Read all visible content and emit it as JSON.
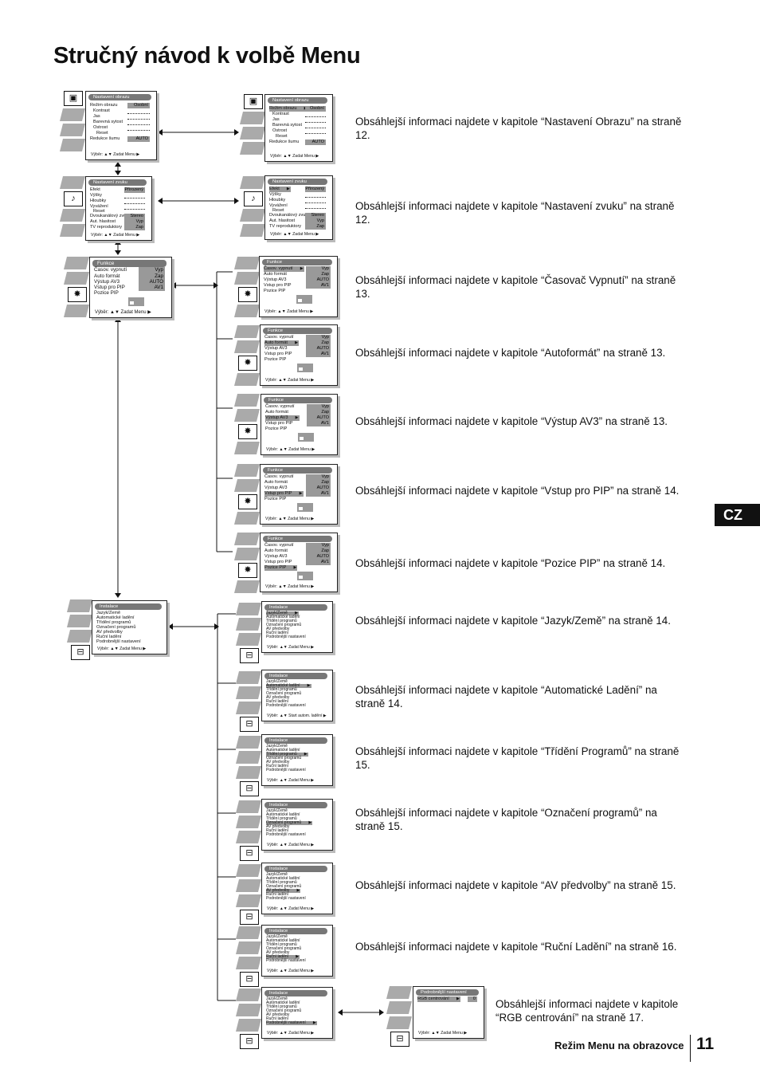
{
  "page": {
    "title": "Stručný návod k volbě Menu",
    "language_tab": "CZ",
    "footer_section": "Režim Menu na obrazovce",
    "page_number": "11"
  },
  "labels": {
    "vyber_zadat": "Výběr: ▲▼  Zadat Menu ▶",
    "vyber_start": "Výběr: ▲▼  Start autom. ladění ▶"
  },
  "menus": {
    "picture": {
      "title": "Nastavení obrazu",
      "rezim": "Režim obrazu",
      "rezim_val": "Osobní",
      "kontrast": "Kontrast",
      "jas": "Jas",
      "barevna": "Barevná sytost",
      "ostrost": "Ostrost",
      "reset": "Reset",
      "redukce": "Redukce šumu",
      "redukce_val": "AUTO"
    },
    "sound": {
      "title": "Nastavení zvuku",
      "efekt": "Efekt",
      "efekt_val": "Přirozený",
      "vysky": "Výšky",
      "hloubky": "Hloubky",
      "vyvazeni": "Vyvážení",
      "reset": "Reset",
      "dvou": "Dvoukanálový zvuk",
      "dvou_val": "Stereo",
      "aut": "Aut. hlasitost",
      "aut_val": "Vyp",
      "tv": "TV reproduktory",
      "tv_val": "Zap"
    },
    "functions": {
      "title": "Funkce",
      "casov": "Časov. vypnutí",
      "casov_val": "Vyp",
      "auto": "Auto formát",
      "auto_val": "Zap",
      "vystup": "Výstup AV3",
      "vystup_val": "AUTO",
      "vstup": "Vstup pro PIP",
      "vstup_val": "AV1",
      "pozice": "Pozice PIP"
    },
    "setup": {
      "title": "Instalace",
      "items": [
        "Jazyk/Země",
        "Automatické ladění",
        "Třídění programů",
        "Označení programů",
        "AV předvolby",
        "Ruční ladění",
        "Podrobnější nastavení"
      ]
    },
    "detail": {
      "title": "Podrobnější nastavení",
      "rgb": "RGB centrování",
      "rgb_val": "0"
    }
  },
  "descriptions": {
    "d1": "Obsáhlejší informaci najdete v kapitole “Nastavení Obrazu” na straně 12.",
    "d2": "Obsáhlejší informaci najdete v kapitole “Nastavení zvuku” na straně 12.",
    "d3": "Obsáhlejší informaci najdete v kapitole “Časovač Vypnutí” na straně 13.",
    "d4": "Obsáhlejší informaci najdete v kapitole “Autoformát” na straně 13.",
    "d5": "Obsáhlejší informaci najdete v kapitole “Výstup AV3” na straně 13.",
    "d6": "Obsáhlejší informaci najdete v kapitole “Vstup pro PIP” na straně 14.",
    "d7": "Obsáhlejší informaci najdete v kapitole “Pozice PIP” na straně 14.",
    "d8": "Obsáhlejší informaci najdete v kapitole “Jazyk/Země” na straně 14.",
    "d9": "Obsáhlejší informaci najdete v kapitole “Automatické Ladění” na straně 14.",
    "d10": "Obsáhlejší informaci najdete v kapitole “Třídění Programů” na straně 15.",
    "d11": "Obsáhlejší informaci najdete v kapitole “Označení programů” na straně 15.",
    "d12": "Obsáhlejší informaci najdete v kapitole “AV předvolby” na straně 15.",
    "d13": "Obsáhlejší informaci najdete v kapitole “Ruční Ladění” na straně 16.",
    "d14": "Obsáhlejší informaci najdete v kapitole “RGB centrování” na straně 17."
  },
  "icons": {
    "picture": "picture-icon",
    "sound": "note-icon",
    "functions": "star-icon",
    "setup": "toolbox-icon"
  }
}
